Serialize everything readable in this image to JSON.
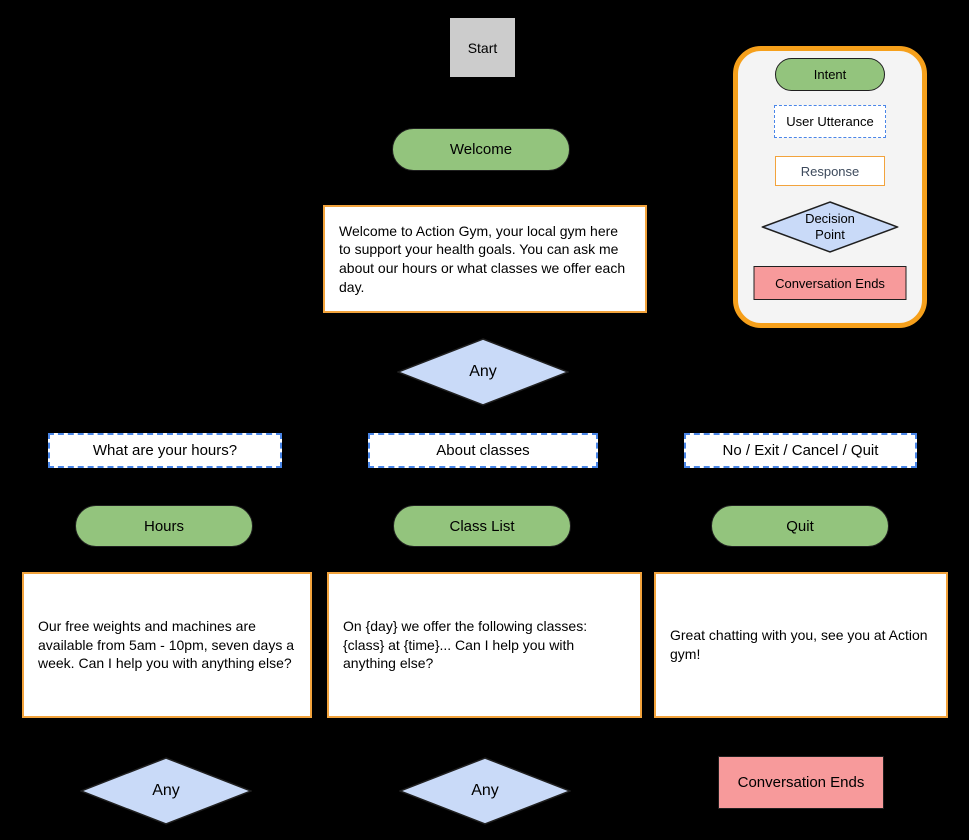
{
  "colors": {
    "background": "#000000",
    "intent_green": "#93c47d",
    "decision_blue": "#c9daf8",
    "end_pink": "#f79a9b",
    "response_border_orange": "#f2a33c",
    "legend_border_orange": "#f6a01b",
    "utterance_border_blue": "#4a86e8",
    "start_gray": "#cccccc",
    "legend_background": "#f4f4f4"
  },
  "flow": {
    "start": {
      "label": "Start"
    },
    "welcome_intent": {
      "label": "Welcome"
    },
    "welcome_response": {
      "text": "Welcome to Action Gym, your local gym here to support your health goals. You can ask me about our hours or what classes we offer each day."
    },
    "root_decision": {
      "label": "Any"
    },
    "utterances": [
      {
        "label": "What are your hours?"
      },
      {
        "label": "About classes"
      },
      {
        "label": "No / Exit / Cancel / Quit"
      }
    ],
    "intents": [
      {
        "label": "Hours"
      },
      {
        "label": "Class List"
      },
      {
        "label": "Quit"
      }
    ],
    "responses": [
      {
        "text": "Our free weights and machines are available from 5am - 10pm, seven days a week. Can I help you with anything else?"
      },
      {
        "text": "On {day} we offer the following classes: {class} at {time}... Can I help you with anything else?"
      },
      {
        "text": "Great chatting with you, see you at Action gym!"
      }
    ],
    "loop_decisions": [
      {
        "label": "Any"
      },
      {
        "label": "Any"
      }
    ],
    "conversation_end": {
      "label": "Conversation Ends"
    }
  },
  "legend": {
    "intent": {
      "label": "Intent"
    },
    "user_utterance": {
      "label": "User Utterance"
    },
    "response": {
      "label": "Response"
    },
    "decision_point": {
      "label": "Decision Point"
    },
    "conversation_ends": {
      "label": "Conversation Ends"
    }
  }
}
